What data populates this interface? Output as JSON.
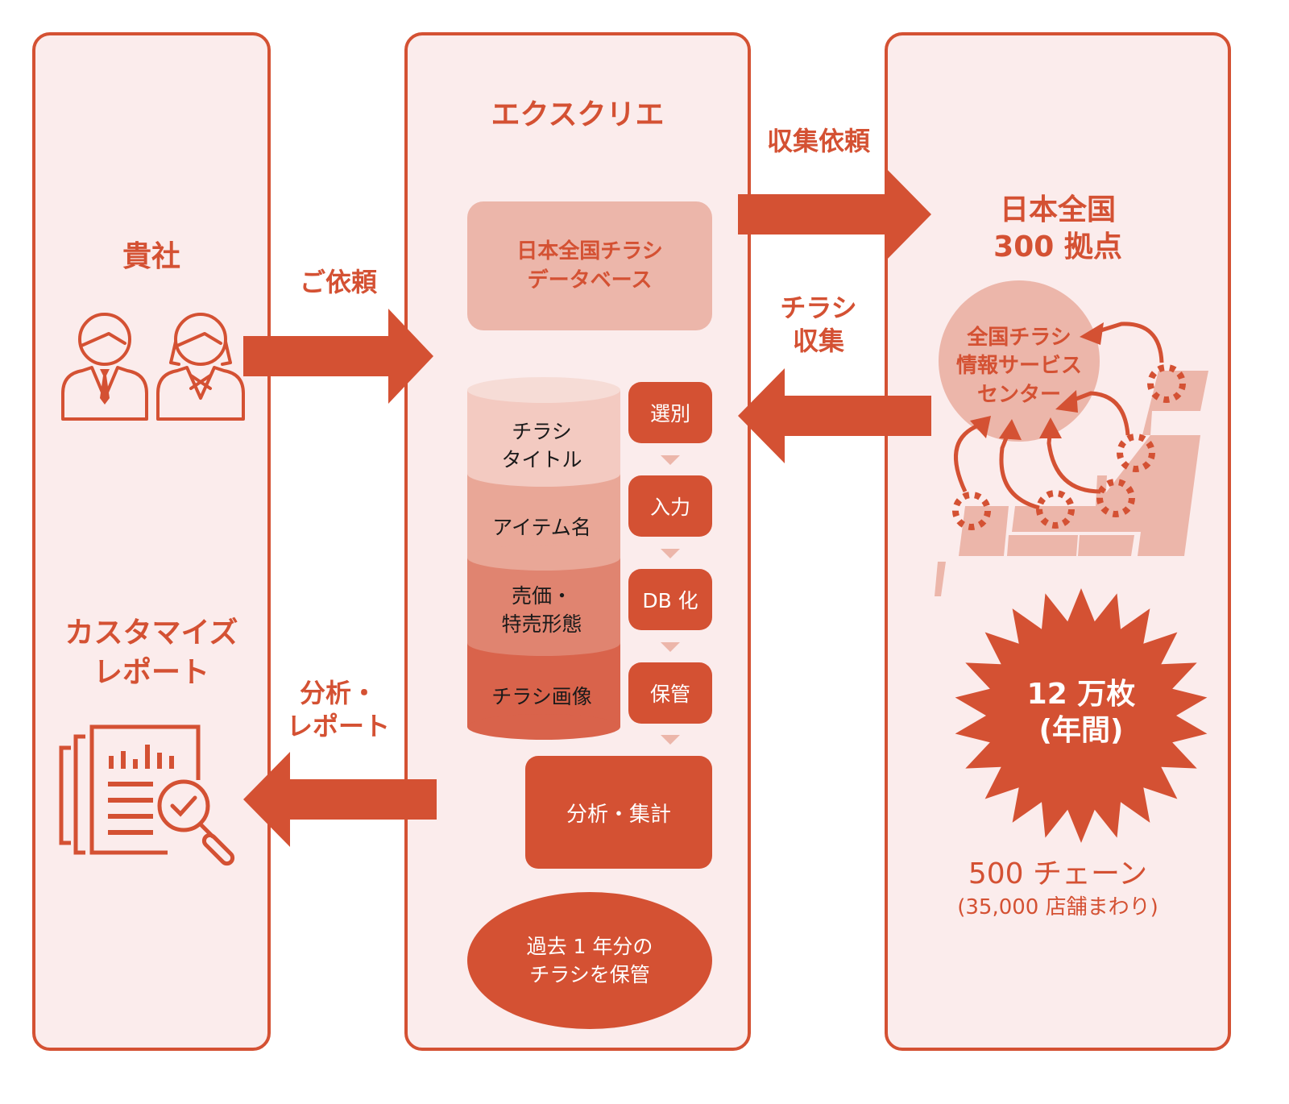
{
  "colors": {
    "accent": "#d45133",
    "panel_bg": "#fbecec",
    "light_block": "#ecb6aa",
    "layer1": "#f3cac1",
    "layer2": "#e9a797",
    "layer3": "#e08470",
    "layer4": "#d9634b"
  },
  "client_panel": {
    "title": "貴社",
    "people_icon": "business-people-icon",
    "report_title": "カスタマイズ\nレポート",
    "report_icon": "report-magnifier-icon"
  },
  "arrows": {
    "request": "ご依頼",
    "analysis_report": "分析・\nレポート",
    "collection_request": "収集依頼",
    "flyer_collection": "チラシ\n収集"
  },
  "center_panel": {
    "title": "エクスクリエ",
    "database_box": "日本全国チラシ\nデータベース",
    "layers": [
      {
        "label": "チラシ\nタイトル"
      },
      {
        "label": "アイテム名"
      },
      {
        "label": "売価・\n特売形態"
      },
      {
        "label": "チラシ画像"
      }
    ],
    "steps": [
      "選別",
      "入力",
      "DB 化",
      "保管"
    ],
    "analysis_box": "分析・集計",
    "storage_ellipse": "過去 1 年分の\nチラシを保管"
  },
  "right_panel": {
    "title": "日本全国\n300 拠点",
    "center_circle": "全国チラシ\n情報サービス\nセンター",
    "map_icon": "japan-map-icon",
    "starburst": "12 万枚\n(年間)",
    "chains": "500 チェーン",
    "stores": "(35,000 店舗まわり)"
  }
}
